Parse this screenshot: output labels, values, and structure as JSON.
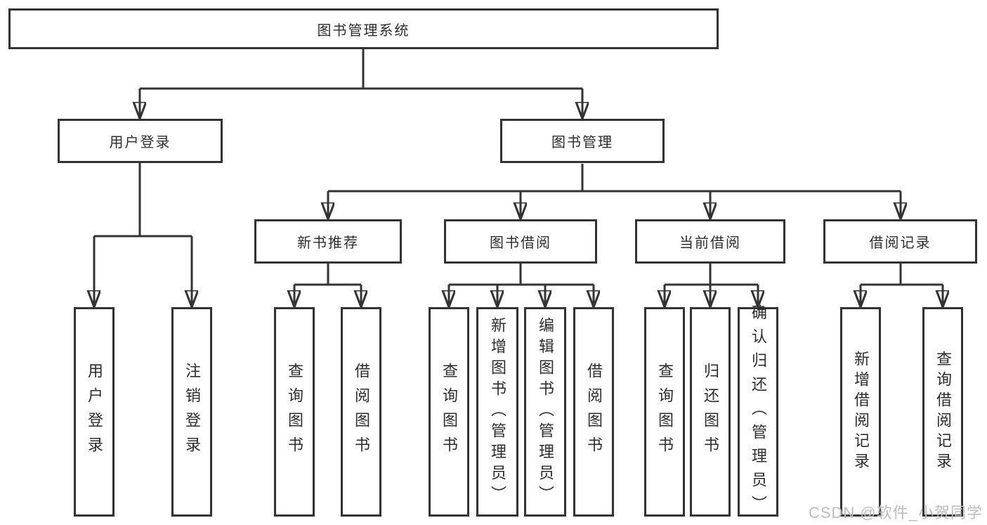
{
  "diagram": {
    "root": {
      "label": "图书管理系统"
    },
    "branches": [
      {
        "label": "用户登录",
        "children": [
          {
            "label": "用户登录"
          },
          {
            "label": "注销登录"
          }
        ]
      },
      {
        "label": "图书管理",
        "groups": [
          {
            "label": "新书推荐",
            "children": [
              {
                "label": "查询图书"
              },
              {
                "label": "借阅图书"
              }
            ]
          },
          {
            "label": "图书借阅",
            "children": [
              {
                "label": "查询图书"
              },
              {
                "label": "新增图书（管理员）"
              },
              {
                "label": "编辑图书（管理员）"
              },
              {
                "label": "借阅图书"
              }
            ]
          },
          {
            "label": "当前借阅",
            "children": [
              {
                "label": "查询图书"
              },
              {
                "label": "归还图书"
              },
              {
                "label": "确认归还（管理员）"
              }
            ]
          },
          {
            "label": "借阅记录",
            "children": [
              {
                "label": "新增借阅记录"
              },
              {
                "label": "查询借阅记录"
              }
            ]
          }
        ]
      }
    ],
    "watermark": "CSDN @软件_小贺同学",
    "colors": {
      "line": "#333333",
      "box_fill": "#ffffff",
      "text": "#2d2d2d",
      "watermark": "#bdbdbd",
      "background": "#ffffff"
    }
  }
}
